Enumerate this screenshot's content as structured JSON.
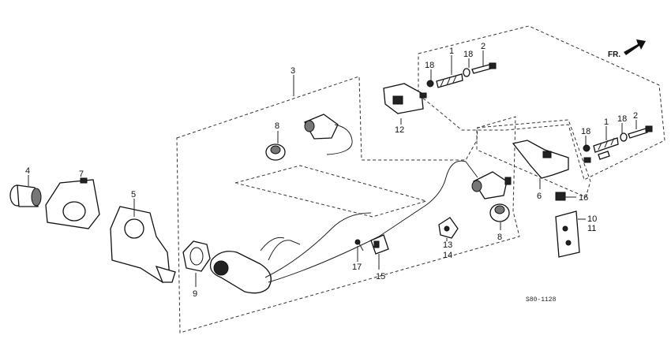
{
  "direction_label": "FR.",
  "diagram_code": "S80-1128",
  "callouts": {
    "c1a": "1",
    "c1b": "1",
    "c2a": "2",
    "c2b": "2",
    "c3": "3",
    "c4": "4",
    "c5": "5",
    "c6": "6",
    "c7": "7",
    "c8a": "8",
    "c8b": "8",
    "c9": "9",
    "c10": "10",
    "c11": "11",
    "c12": "12",
    "c13": "13",
    "c14": "14",
    "c15": "15",
    "c16": "16",
    "c17": "17",
    "c18a": "18",
    "c18b": "18",
    "c18c": "18",
    "c18d": "18"
  }
}
